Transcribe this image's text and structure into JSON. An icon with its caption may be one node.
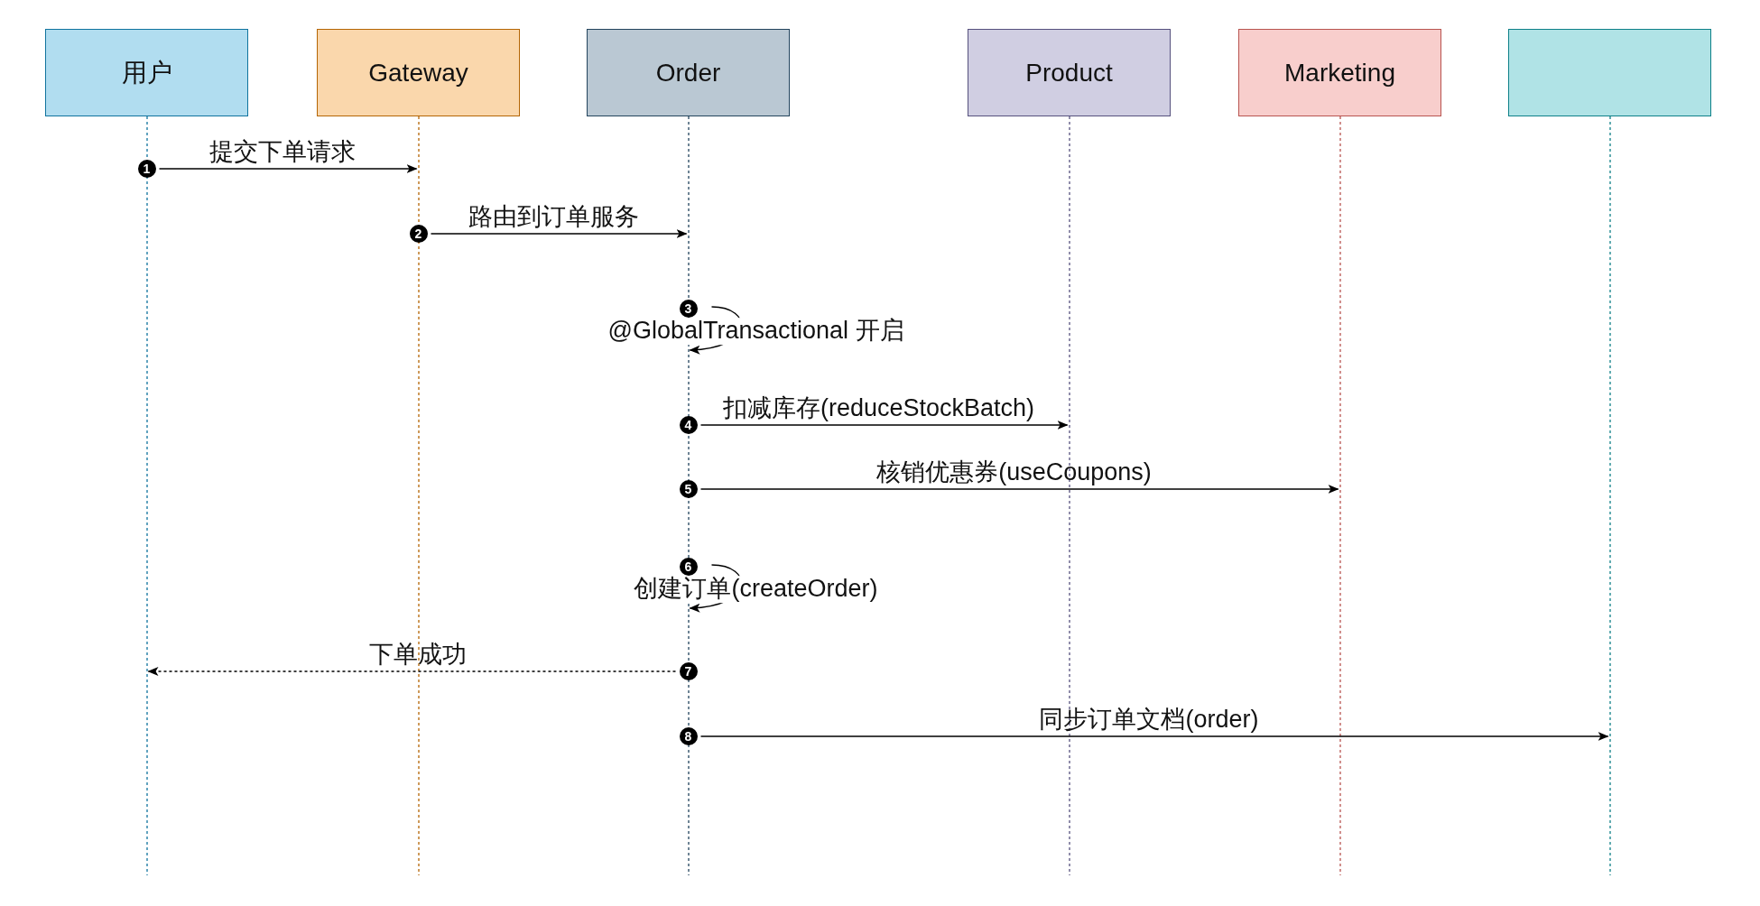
{
  "diagram": {
    "nodes": [
      {
        "text": [
          "用户"
        ]
      },
      {
        "text": [
          "Gateway"
        ]
      },
      {
        "text": [
          "Order"
        ]
      },
      {
        "text": [
          "Product"
        ]
      },
      {
        "text": [
          "Marketing"
        ]
      },
      {
        "text": [],
        "shape": "box"
      },
      {
        "text": [],
        "shape": "line"
      },
      {
        "text": [],
        "shape": "line"
      },
      {
        "text": [],
        "shape": "line"
      },
      {
        "text": [],
        "shape": "line"
      },
      {
        "text": [],
        "shape": "line"
      },
      {
        "text": [],
        "shape": "line"
      }
    ],
    "edges": [
      {
        "from": 6,
        "to": 7,
        "arrow": "to",
        "label": "提交下单请求"
      },
      {
        "from": 7,
        "to": 8,
        "arrow": "to",
        "label": "路由到订单服务"
      },
      {
        "from": 8,
        "to": 8,
        "arrow": "to",
        "label": "@GlobalTransactional 开启"
      },
      {
        "from": 8,
        "to": 9,
        "arrow": "to",
        "label": "扣减库存(reduceStockBatch)"
      },
      {
        "from": 8,
        "to": 10,
        "arrow": "to",
        "label": "核销优惠券(useCoupons)"
      },
      {
        "from": 8,
        "to": 8,
        "arrow": "to",
        "label": "创建订单(createOrder)"
      },
      {
        "from": 8,
        "to": 6,
        "arrow": "to",
        "label": "下单成功",
        "style": "dashed"
      },
      {
        "from": 8,
        "to": 11,
        "arrow": "to",
        "label": "同步订单文档(order)"
      }
    ],
    "labels": [
      "1",
      "2",
      "3",
      "4",
      "5",
      "6",
      "7",
      "8"
    ]
  }
}
